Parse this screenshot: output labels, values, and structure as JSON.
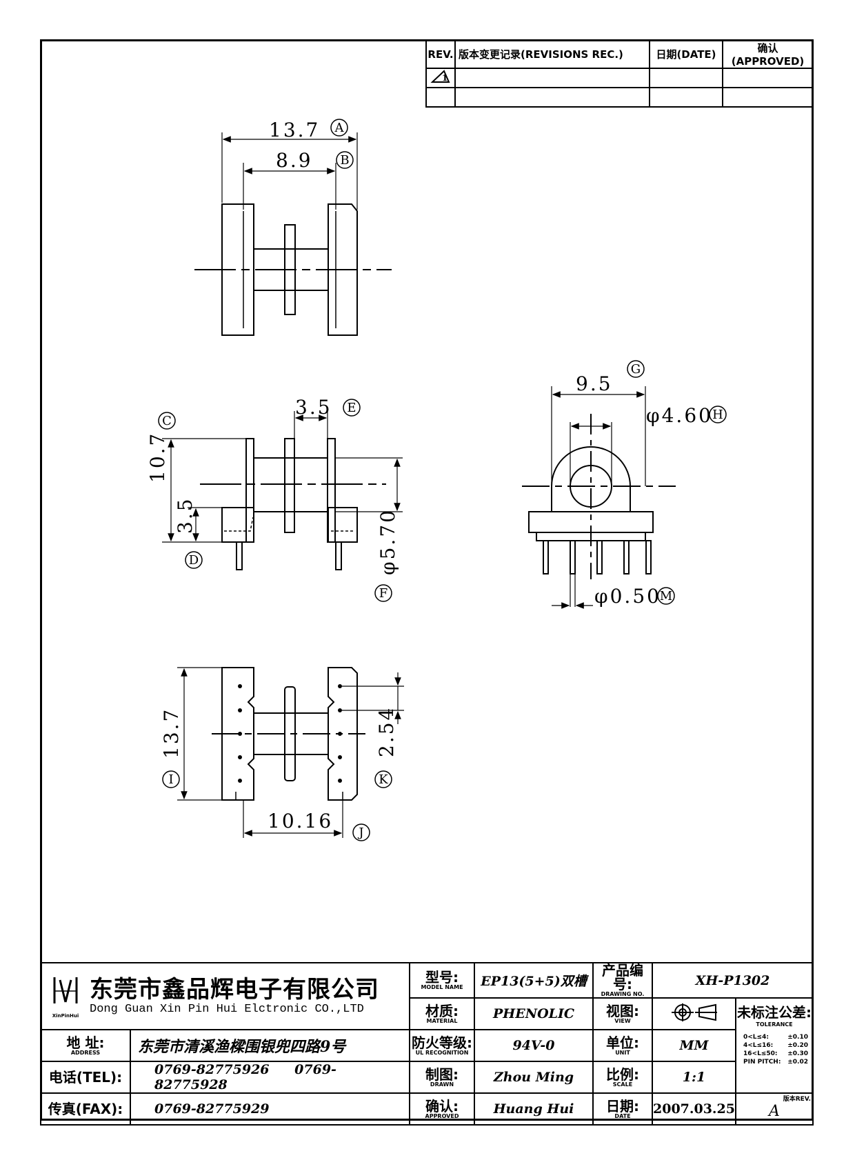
{
  "revisions": {
    "headers": [
      "REV.",
      "版本变更记录(REVISIONS REC.)",
      "日期(DATE)",
      "确认(APPROVED)"
    ],
    "rev_mark": "1"
  },
  "dims": {
    "A": {
      "value": "13.7",
      "tag": "A"
    },
    "B": {
      "value": "8.9",
      "tag": "B"
    },
    "C": {
      "value": "10.7",
      "tag": "C"
    },
    "D": {
      "value": "3.5",
      "tag": "D"
    },
    "E": {
      "value": "3.5",
      "tag": "E"
    },
    "F": {
      "value": "φ5.70",
      "tag": "F"
    },
    "G": {
      "value": "9.5",
      "tag": "G"
    },
    "H": {
      "value": "φ4.60",
      "tag": "H"
    },
    "I": {
      "value": "13.7",
      "tag": "I"
    },
    "J": {
      "value": "10.16",
      "tag": "J"
    },
    "K": {
      "value": "2.54",
      "tag": "K"
    },
    "M": {
      "value": "φ0.50",
      "tag": "M"
    }
  },
  "title_block": {
    "company_cn": "东莞市鑫品辉电子有限公司",
    "company_en": "Dong Guan Xin Pin Hui Elctronic CO.,LTD",
    "logo_text": "XinPinHui",
    "model_label": "型号:",
    "model_label_en": "MODEL NAME",
    "model_value": "EP13(5+5)双槽",
    "drawing_no_label": "产品编号:",
    "drawing_no_label_en": "DRAWING NO.",
    "drawing_no_value": "XH-P1302",
    "material_label": "材质:",
    "material_label_en": "MATERIAL",
    "material_value": "PHENOLIC",
    "view_label": "视图:",
    "view_label_en": "VIEW",
    "tolerance_label": "未标注公差:",
    "tolerance_label_en": "TOLERANCE",
    "tolerance_rows": [
      {
        "range": "0<L≤4:",
        "value": "±0.10"
      },
      {
        "range": "4<L≤16:",
        "value": "±0.20"
      },
      {
        "range": "16<L≤50:",
        "value": "±0.30"
      },
      {
        "range": "PIN PITCH:",
        "value": "±0.02"
      }
    ],
    "address_label": "地 址:",
    "address_label_en": "ADDRESS",
    "address_value": "东莞市清溪渔樑围银兜四路9号",
    "ul_label": "防火等级:",
    "ul_label_en": "UL RECOGNITION",
    "ul_value": "94V-0",
    "unit_label": "单位:",
    "unit_label_en": "UNIT",
    "unit_value": "MM",
    "tel_label": "电话(TEL):",
    "tel_value_1": "0769-82775926",
    "tel_value_2": "0769-82775928",
    "drawn_label": "制图:",
    "drawn_label_en": "DRAWN",
    "drawn_value": "Zhou Ming",
    "scale_label": "比例:",
    "scale_label_en": "SCALE",
    "scale_value": "1:1",
    "fax_label": "传真(FAX):",
    "fax_value": "0769-82775929",
    "approved_label": "确认:",
    "approved_label_en": "APPROVED",
    "approved_value": "Huang Hui",
    "date_label": "日期:",
    "date_label_en": "DATE",
    "date_value": "2007.03.25",
    "rev_label": "版本REV.",
    "rev_value": "A"
  }
}
